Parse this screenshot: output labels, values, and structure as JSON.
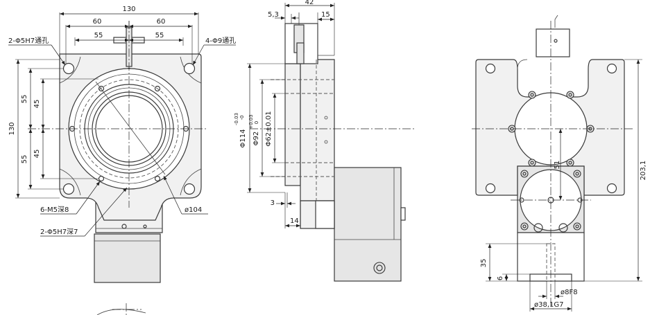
{
  "front_view": {
    "width_total": "130",
    "width_left_60": "60",
    "width_right_60": "60",
    "width_left_55": "55",
    "width_right_55": "55",
    "height_total": "130",
    "height_upper_55": "55",
    "height_lower_55": "55",
    "height_upper_45": "45",
    "height_lower_45": "45",
    "callout_dowel_through": "2-Φ5H7通孔",
    "callout_mount_holes": "4-Φ9通孔",
    "callout_tapped": "6-M5深8",
    "callout_dowel_blind": "2-Φ5H7深7",
    "callout_pcd": "ø104"
  },
  "side_view": {
    "depth_total": "42",
    "cable_offset": "5,3",
    "top_step": "15",
    "dia_flange": "Φ114",
    "dia_flange_tol": "-0.03",
    "dia_flange_tol_zero": "-0",
    "dia_mid": "Φ92",
    "dia_mid_tol": "+0.03",
    "dia_mid_tol_zero": "0",
    "dia_bore": "Φ62±0.01",
    "lip": "3",
    "flange_thickness": "14"
  },
  "rear_view": {
    "height_total": "203,1",
    "motor_center": "51",
    "shaft_length": "35",
    "shaft_step": "6",
    "shaft_dia": "ø8F8",
    "pilot_dia": "ø38,1G7"
  }
}
